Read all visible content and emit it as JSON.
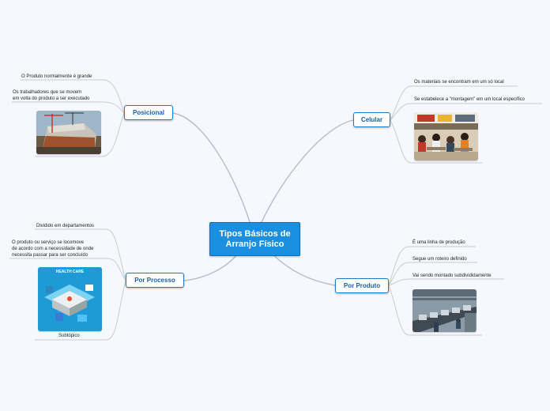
{
  "central": "Tipos Básicos de Arranjo Físico",
  "branches": {
    "posicional": {
      "label": "Posicional",
      "items": [
        "O Produto normalmente é grande",
        "Os trabalhadores que se movem\nem volta do produto a ser executado"
      ],
      "image_icon": "ship-construction-image"
    },
    "celular": {
      "label": "Celular",
      "items": [
        "Os materiais se encontram em um só local",
        "Se estabelece a \"montagem\" em um local específico"
      ],
      "image_icon": "food-court-image"
    },
    "por_processo": {
      "label": "Por Processo",
      "items": [
        "Dividido em departamentos",
        "O produto ou serviço se locomove\nde acordo com a necessidade de onde\nnecessita passar para ser concluído"
      ],
      "image_text": "HEALTH CARE",
      "image_icon": "hospital-isometric-image",
      "subtopic": "Subtópico"
    },
    "por_produto": {
      "label": "Por Produto",
      "items": [
        "É uma linha de produção",
        "Segue um roteiro definido",
        "Vai sendo montado subdivididamente"
      ],
      "image_icon": "assembly-line-image"
    }
  },
  "colors": {
    "accent": "#1a8fe0",
    "line": "#b8bcc4",
    "background": "#f5f8fe"
  }
}
